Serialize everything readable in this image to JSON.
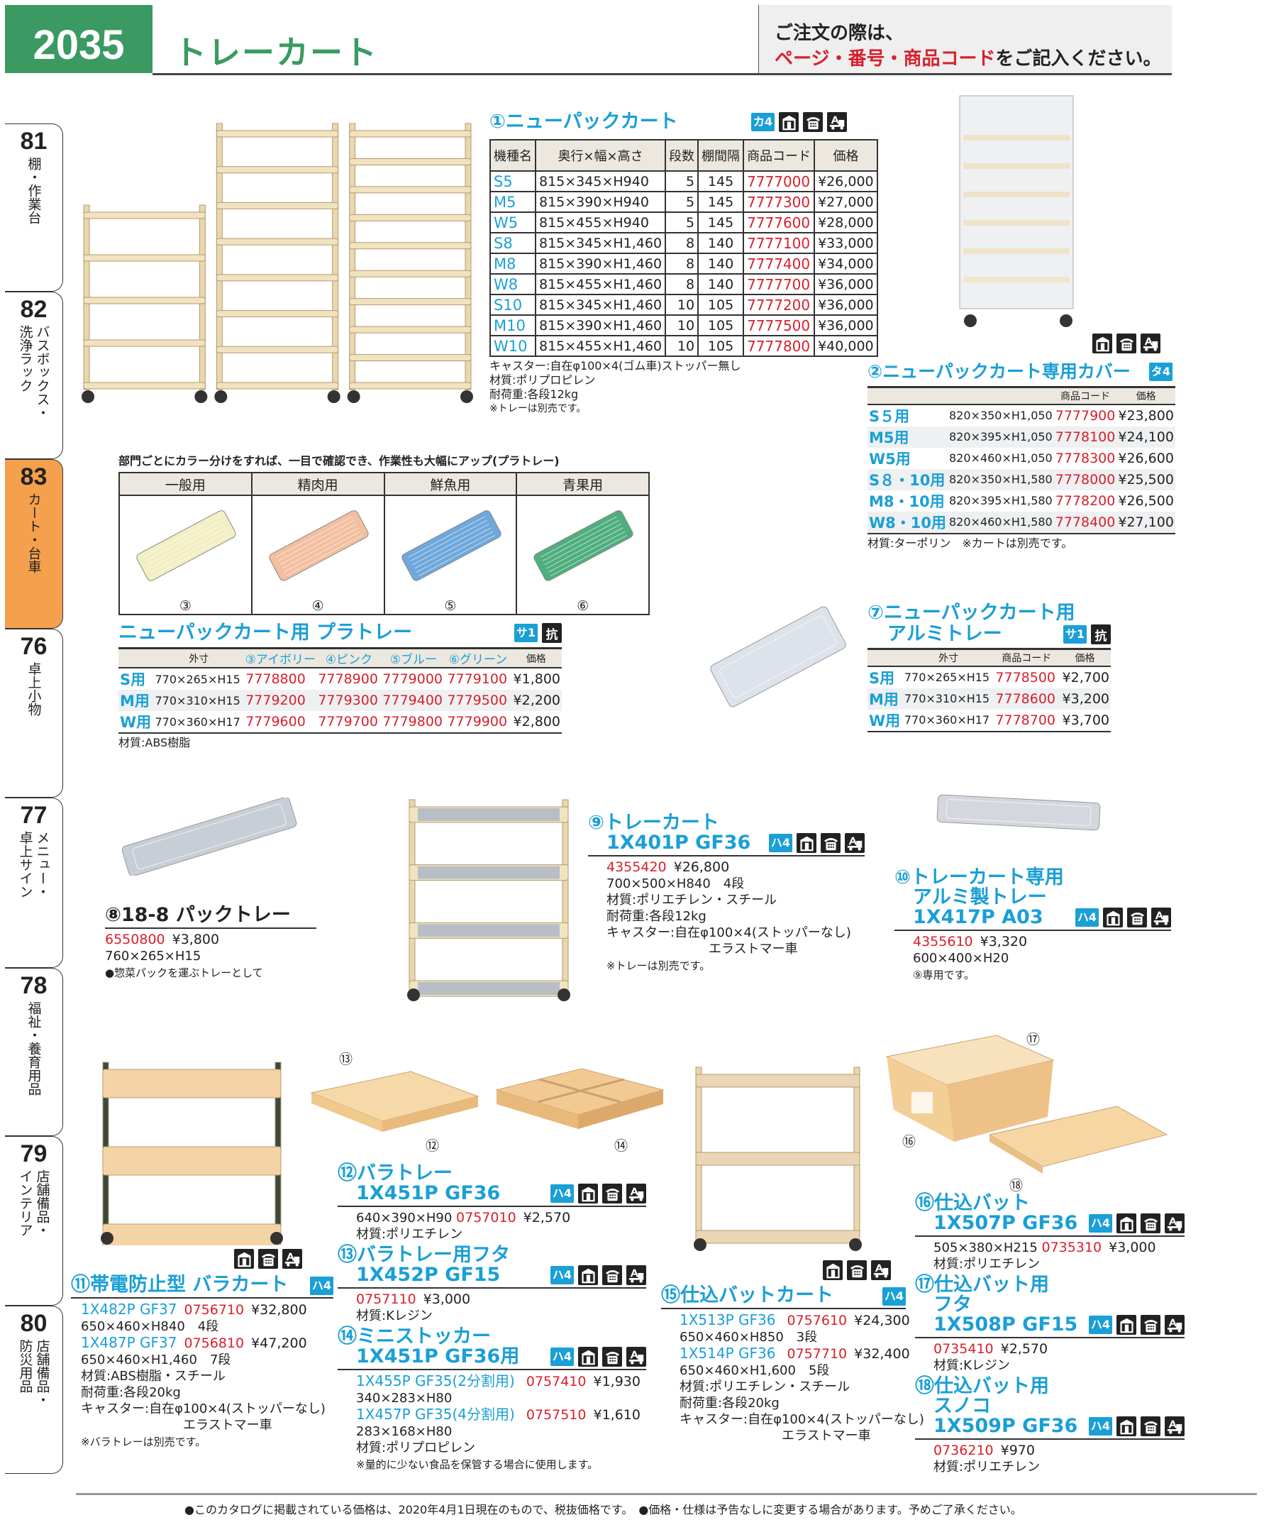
{
  "header": {
    "page_number": "2035",
    "title": "トレーカート",
    "notice_line1": "ご注文の際は、",
    "notice_highlight": "ページ・番号・商品コード",
    "notice_rest": "をご記入ください。"
  },
  "side_tabs": [
    {
      "num": "81",
      "label": "棚・作業台"
    },
    {
      "num": "82",
      "label": "バスボックス・\n洗浄ラック"
    },
    {
      "num": "83",
      "label": "カート・台車",
      "active": true
    },
    {
      "num": "76",
      "label": "卓上小物"
    },
    {
      "num": "77",
      "label": "メニュー・\n卓上サイン"
    },
    {
      "num": "78",
      "label": "福祉・養育用品"
    },
    {
      "num": "79",
      "label": "店舗備品・\nインテリア"
    },
    {
      "num": "80",
      "label": "店舗備品・\n防災用品"
    }
  ],
  "colors": {
    "accent_blue": "#1a9fd6",
    "code_red": "#d8202c",
    "header_green": "#3a9a62",
    "active_tab": "#f4a04c"
  },
  "icons": {
    "store": "store-icon",
    "phone": "phone-icon",
    "delivery": "delivery-truck-icon",
    "antibacterial": "抗"
  },
  "p1": {
    "title": "①ニューパックカート",
    "badge": "カ4",
    "headers": [
      "機種名",
      "奥行×幅×高さ",
      "段数",
      "棚間隔",
      "商品コード",
      "価格"
    ],
    "rows": [
      [
        "S5",
        "815×345×H940",
        "5",
        "145",
        "7777000",
        "¥26,000"
      ],
      [
        "M5",
        "815×390×H940",
        "5",
        "145",
        "7777300",
        "¥27,000"
      ],
      [
        "W5",
        "815×455×H940",
        "5",
        "145",
        "7777600",
        "¥28,000"
      ],
      [
        "S8",
        "815×345×H1,460",
        "8",
        "140",
        "7777100",
        "¥33,000"
      ],
      [
        "M8",
        "815×390×H1,460",
        "8",
        "140",
        "7777400",
        "¥34,000"
      ],
      [
        "W8",
        "815×455×H1,460",
        "8",
        "140",
        "7777700",
        "¥36,000"
      ],
      [
        "S10",
        "815×345×H1,460",
        "10",
        "105",
        "7777200",
        "¥36,000"
      ],
      [
        "M10",
        "815×390×H1,460",
        "10",
        "105",
        "7777500",
        "¥36,000"
      ],
      [
        "W10",
        "815×455×H1,460",
        "10",
        "105",
        "7777800",
        "¥40,000"
      ]
    ],
    "notes": [
      "キャスター:自在φ100×4(ゴム車)ストッパー無し",
      "材質:ポリプロピレン",
      "耐荷重:各段12kg",
      "※トレーは別売です。"
    ]
  },
  "p2": {
    "title": "②ニューパックカート専用カバー",
    "badge": "タ4",
    "headers": [
      "",
      "",
      "商品コード",
      "価格"
    ],
    "rows": [
      [
        "S５用",
        "820×350×H1,050",
        "7777900",
        "¥23,800"
      ],
      [
        "M5用",
        "820×395×H1,050",
        "7778100",
        "¥24,100"
      ],
      [
        "W5用",
        "820×460×H1,050",
        "7778300",
        "¥26,600"
      ],
      [
        "S８・10用",
        "820×350×H1,580",
        "7778000",
        "¥25,500"
      ],
      [
        "M8・10用",
        "820×395×H1,580",
        "7778200",
        "¥26,500"
      ],
      [
        "W8・10用",
        "820×460×H1,580",
        "7778400",
        "¥27,100"
      ]
    ],
    "note": "材質:ターポリン　※カートは別売です。"
  },
  "color_section": {
    "caption": "部門ごとにカラー分けをすれば、一目で確認でき、作業性も大幅にアップ(プラトレー)",
    "columns": [
      {
        "label": "一般用",
        "num": "③",
        "color": "#f3efc4"
      },
      {
        "label": "精肉用",
        "num": "④",
        "color": "#f3bfa0"
      },
      {
        "label": "鮮魚用",
        "num": "⑤",
        "color": "#6ea8dc"
      },
      {
        "label": "青果用",
        "num": "⑥",
        "color": "#4fae7e"
      }
    ]
  },
  "pla": {
    "title": "ニューパックカート用 プラトレー",
    "badge": "サ1",
    "headers": [
      "",
      "外寸",
      "③アイボリー",
      "④ピンク",
      "⑤ブルー",
      "⑥グリーン",
      "価格"
    ],
    "rows": [
      [
        "S用",
        "770×265×H15",
        "7778800",
        "7778900",
        "7779000",
        "7779100",
        "¥1,800"
      ],
      [
        "M用",
        "770×310×H15",
        "7779200",
        "7779300",
        "7779400",
        "7779500",
        "¥2,200"
      ],
      [
        "W用",
        "770×360×H17",
        "7779600",
        "7779700",
        "7779800",
        "7779900",
        "¥2,800"
      ]
    ],
    "note": "材質:ABS樹脂"
  },
  "p7": {
    "title1": "⑦ニューパックカート用",
    "title2": "アルミトレー",
    "badge": "サ1",
    "headers": [
      "",
      "外寸",
      "商品コード",
      "価格"
    ],
    "rows": [
      [
        "S用",
        "770×265×H15",
        "7778500",
        "¥2,700"
      ],
      [
        "M用",
        "770×310×H15",
        "7778600",
        "¥3,200"
      ],
      [
        "W用",
        "770×360×H17",
        "7778700",
        "¥3,700"
      ]
    ]
  },
  "image_labels": {
    "l12": "⑫",
    "l13": "⑬",
    "l14": "⑭",
    "l16": "⑯",
    "l17": "⑰",
    "l18": "⑱"
  },
  "products": {
    "p8": {
      "title": [
        "⑧18-8 パックトレー"
      ],
      "lines": [
        [
          [
            "code",
            "6550800"
          ],
          [
            "price",
            "¥3,800"
          ]
        ],
        [
          [
            "text",
            "760×265×H15"
          ]
        ],
        [
          [
            "small",
            "●惣菜パックを運ぶトレーとして"
          ]
        ]
      ]
    },
    "p9": {
      "title": [
        "⑨トレーカート",
        "1X401P GF36"
      ],
      "badge": "ハ4",
      "lines": [
        [
          [
            "code",
            "4355420"
          ],
          [
            "price",
            "¥26,800"
          ]
        ],
        [
          [
            "text",
            "700×500×H840　4段"
          ]
        ],
        [
          [
            "text",
            "材質:ポリエチレン・スチール"
          ]
        ],
        [
          [
            "text",
            "耐荷重:各段12kg"
          ]
        ],
        [
          [
            "text",
            "キャスター:自在φ100×4(ストッパーなし)"
          ]
        ],
        [
          [
            "indent",
            "エラストマー車"
          ]
        ],
        [
          [
            "small",
            "※トレーは別売です。"
          ]
        ]
      ]
    },
    "p10": {
      "title": [
        "⑩トレーカート専用",
        "アルミ製トレー",
        "1X417P A03"
      ],
      "badge": "ハ4",
      "lines": [
        [
          [
            "code",
            "4355610"
          ],
          [
            "price",
            "¥3,320"
          ]
        ],
        [
          [
            "text",
            "600×400×H20"
          ]
        ],
        [
          [
            "small",
            "⑨専用です。"
          ]
        ]
      ]
    },
    "p11": {
      "title": [
        "⑪帯電防止型 バラカート"
      ],
      "badge": "ハ4",
      "lines": [
        [
          [
            "model",
            "1X482P GF37"
          ],
          [
            "code",
            "0756710"
          ],
          [
            "price",
            "¥32,800"
          ]
        ],
        [
          [
            "text",
            "650×460×H840　4段"
          ]
        ],
        [
          [
            "model",
            "1X487P GF37"
          ],
          [
            "code",
            "0756810"
          ],
          [
            "price",
            "¥47,200"
          ]
        ],
        [
          [
            "text",
            "650×460×H1,460　7段"
          ]
        ],
        [
          [
            "text",
            "材質:ABS樹脂・スチール"
          ]
        ],
        [
          [
            "text",
            "耐荷重:各段20kg"
          ]
        ],
        [
          [
            "text",
            "キャスター:自在φ100×4(ストッパーなし)"
          ]
        ],
        [
          [
            "indent",
            "エラストマー車"
          ]
        ],
        [
          [
            "small",
            "※バラトレーは別売です。"
          ]
        ]
      ]
    },
    "p12": {
      "title": [
        "⑫バラトレー",
        "1X451P GF36"
      ],
      "badge": "ハ4",
      "lines": [
        [
          [
            "text",
            "640×390×H90 "
          ],
          [
            "code",
            "0757010"
          ],
          [
            "price",
            "¥2,570"
          ]
        ],
        [
          [
            "text",
            "材質:ポリエチレン"
          ]
        ]
      ]
    },
    "p13": {
      "title": [
        "⑬バラトレー用フタ",
        "1X452P GF15"
      ],
      "badge": "ハ4",
      "lines": [
        [
          [
            "code",
            "0757110"
          ],
          [
            "price",
            "¥3,000"
          ]
        ],
        [
          [
            "text",
            "材質:Kレジン"
          ]
        ]
      ]
    },
    "p14": {
      "title": [
        "⑭ミニストッカー",
        "1X451P GF36用"
      ],
      "badge": "ハ4",
      "lines": [
        [
          [
            "model",
            "1X455P GF35(2分割用)"
          ],
          [
            "code",
            " 0757410"
          ],
          [
            "price",
            "¥1,930"
          ]
        ],
        [
          [
            "text",
            "340×283×H80"
          ]
        ],
        [
          [
            "model",
            "1X457P GF35(4分割用)"
          ],
          [
            "code",
            " 0757510"
          ],
          [
            "price",
            "¥1,610"
          ]
        ],
        [
          [
            "text",
            "283×168×H80"
          ]
        ],
        [
          [
            "text",
            "材質:ポリプロピレン"
          ]
        ],
        [
          [
            "small",
            "※量的に少ない食品を保管する場合に使用します。"
          ]
        ]
      ]
    },
    "p15": {
      "title": [
        "⑮仕込バットカート"
      ],
      "badge": "ハ4",
      "lines": [
        [
          [
            "model",
            "1X513P GF36"
          ],
          [
            "code",
            " 0757610"
          ],
          [
            "price",
            "¥24,300"
          ]
        ],
        [
          [
            "text",
            "650×460×H850　3段"
          ]
        ],
        [
          [
            "model",
            "1X514P GF36"
          ],
          [
            "code",
            " 0757710"
          ],
          [
            "price",
            "¥32,400"
          ]
        ],
        [
          [
            "text",
            "650×460×H1,600　5段"
          ]
        ],
        [
          [
            "text",
            "材質:ポリエチレン・スチール"
          ]
        ],
        [
          [
            "text",
            "耐荷重:各段20kg"
          ]
        ],
        [
          [
            "text",
            "キャスター:自在φ100×4(ストッパーなし)"
          ]
        ],
        [
          [
            "indent",
            "エラストマー車"
          ]
        ]
      ]
    },
    "p16": {
      "title": [
        "⑯仕込バット",
        "1X507P GF36"
      ],
      "badge": "ハ4",
      "lines": [
        [
          [
            "text",
            "505×380×H215 "
          ],
          [
            "code",
            "0735310"
          ],
          [
            "price",
            "¥3,000"
          ]
        ],
        [
          [
            "text",
            "材質:ポリエチレン"
          ]
        ]
      ]
    },
    "p17": {
      "title": [
        "⑰仕込バット用",
        "フタ",
        "1X508P GF15"
      ],
      "badge": "ハ4",
      "lines": [
        [
          [
            "code",
            "0735410"
          ],
          [
            "price",
            "¥2,570"
          ]
        ],
        [
          [
            "text",
            "材質:Kレジン"
          ]
        ]
      ]
    },
    "p18": {
      "title": [
        "⑱仕込バット用",
        "スノコ",
        "1X509P GF36"
      ],
      "badge": "ハ4",
      "lines": [
        [
          [
            "code",
            "0736210"
          ],
          [
            "price",
            "¥970"
          ]
        ],
        [
          [
            "text",
            "材質:ポリエチレン"
          ]
        ]
      ]
    }
  },
  "footer": {
    "note1": "●このカタログに掲載されている価格は、2020年4月1日現在のもので、税抜価格です。",
    "note2": "●価格・仕様は予告なしに変更する場合があります。予めご了承ください。"
  }
}
